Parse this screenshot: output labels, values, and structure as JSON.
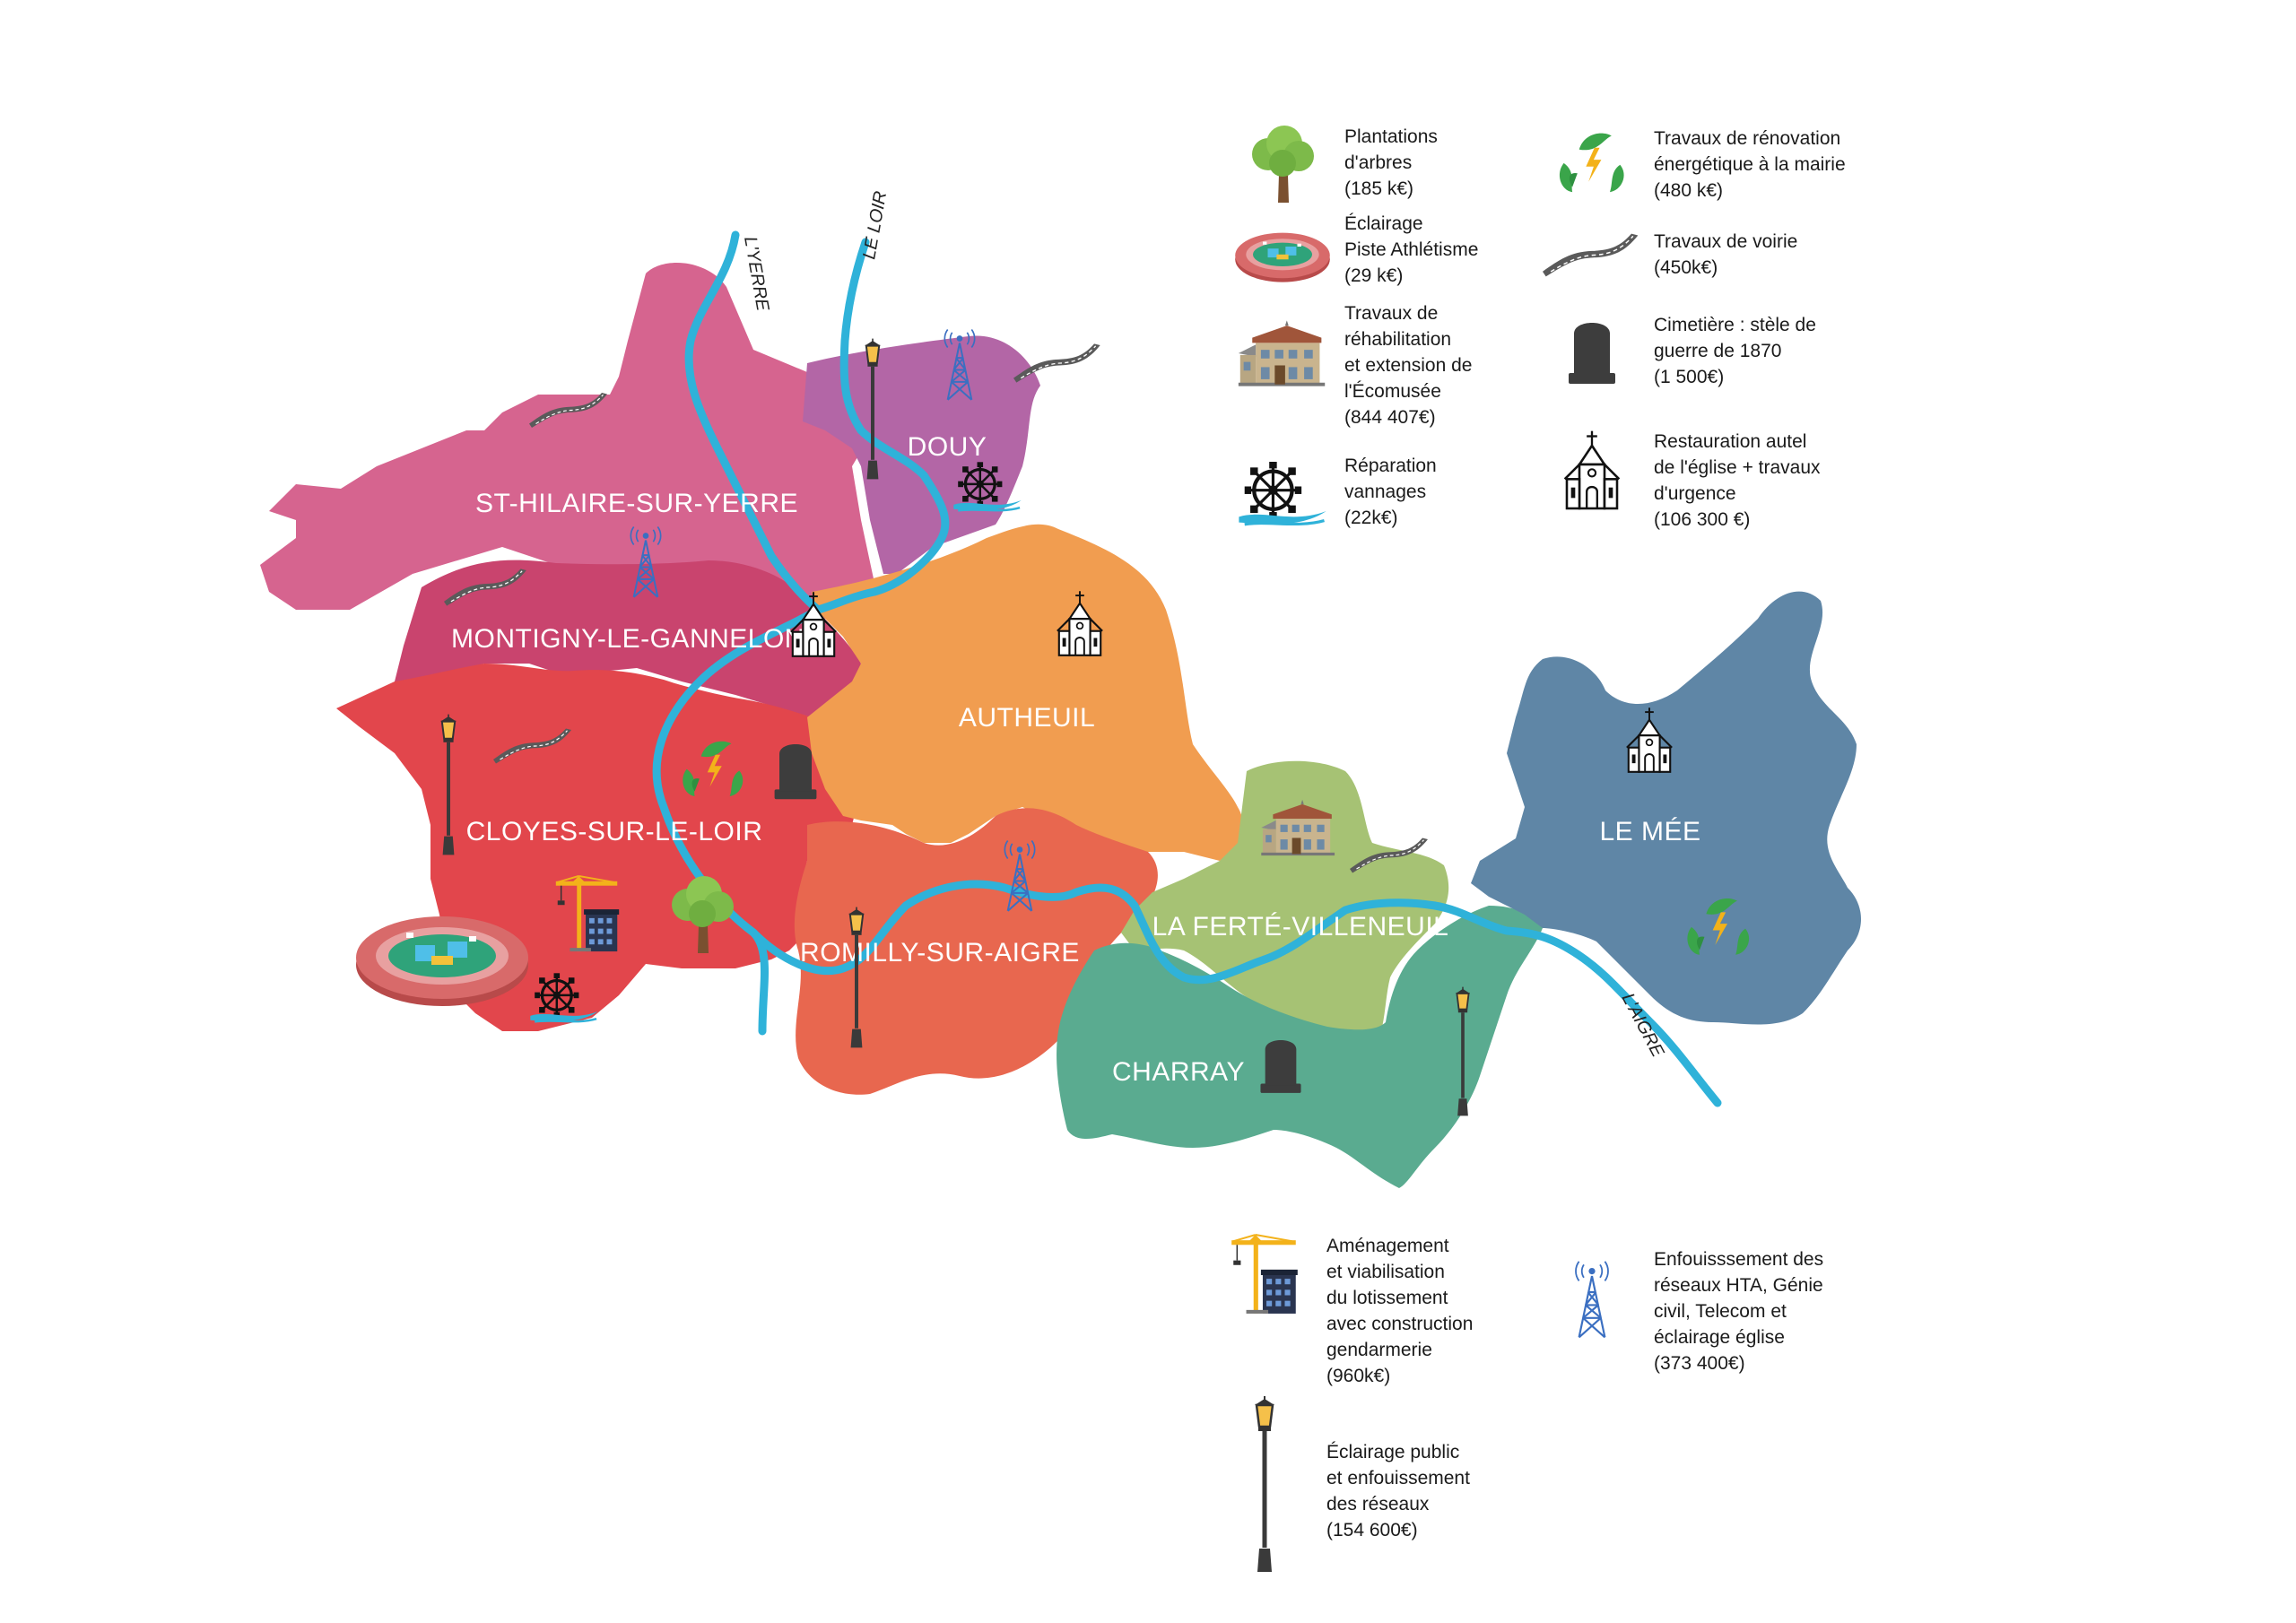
{
  "communes": [
    {
      "id": "st-hilaire",
      "label": "ST-HILAIRE-SUR-YERRE",
      "color": "#d6648f"
    },
    {
      "id": "douy",
      "label": "DOUY",
      "color": "#b366a6"
    },
    {
      "id": "montigny",
      "label": "MONTIGNY-LE-GANNELON",
      "color": "#c9446e"
    },
    {
      "id": "cloyes",
      "label": "CLOYES-SUR-LE-LOIR",
      "color": "#e2464c"
    },
    {
      "id": "autheuil",
      "label": "AUTHEUIL",
      "color": "#f19d50"
    },
    {
      "id": "romilly",
      "label": "ROMILLY-SUR-AIGRE",
      "color": "#e8674f"
    },
    {
      "id": "ferte",
      "label": "LA FERTÉ-VILLENEUIL",
      "color": "#a6c274"
    },
    {
      "id": "charray",
      "label": "CHARRAY",
      "color": "#5aab90"
    },
    {
      "id": "le-mee",
      "label": "LE MÉE",
      "color": "#5f86a6"
    }
  ],
  "rivers": [
    {
      "id": "yerre",
      "label": "L'YERRE"
    },
    {
      "id": "loir",
      "label": "LE LOIR"
    },
    {
      "id": "aigre",
      "label": "L'AIGRE"
    }
  ],
  "colors": {
    "river": "#2fb2d9",
    "road": "#5a5a5a",
    "tree_crown": "#7dba4a",
    "tree_trunk": "#7a5030",
    "stone": "#3d3d3d",
    "leaf": "#3aa54a",
    "bolt": "#f3b21a",
    "tower": "#3b6fc1",
    "crane": "#f3b21a",
    "water": "#2fb2d9"
  },
  "legend": {
    "trees": {
      "icon": "tree-icon",
      "text": "Plantations\nd'arbres\n(185 k€)"
    },
    "track": {
      "icon": "athletics-track-icon",
      "text": "Éclairage\nPiste Athlétisme\n(29 k€)"
    },
    "museum": {
      "icon": "ecomuseum-building-icon",
      "text": "Travaux de\nréhabilitation\net extension de\nl'Écomusée\n(844 407€)"
    },
    "sluice": {
      "icon": "water-wheel-icon",
      "text": "Réparation\nvannages\n(22k€)"
    },
    "energy": {
      "icon": "energy-leaves-icon",
      "text": "Travaux de rénovation\nénergétique à la mairie\n(480 k€)"
    },
    "road": {
      "icon": "road-icon",
      "text": "Travaux de voirie\n(450k€)"
    },
    "cemetery": {
      "icon": "tombstone-icon",
      "text": "Cimetière : stèle de\nguerre de 1870\n(1 500€)"
    },
    "church": {
      "icon": "church-icon",
      "text": "Restauration autel\nde l'église + travaux\nd'urgence\n(106 300 €)"
    },
    "construction": {
      "icon": "crane-building-icon",
      "text": "Aménagement\net viabilisation\ndu lotissement\navec construction\ngendarmerie\n(960k€)"
    },
    "networks": {
      "icon": "telecom-tower-icon",
      "text": "Enfouisssement des\nréseaux HTA, Génie\ncivil, Telecom et\néclairage église\n(373 400€)"
    },
    "lighting": {
      "icon": "street-lamp-icon",
      "text": "Éclairage public\net enfouissement\ndes réseaux\n(154 600€)"
    }
  }
}
